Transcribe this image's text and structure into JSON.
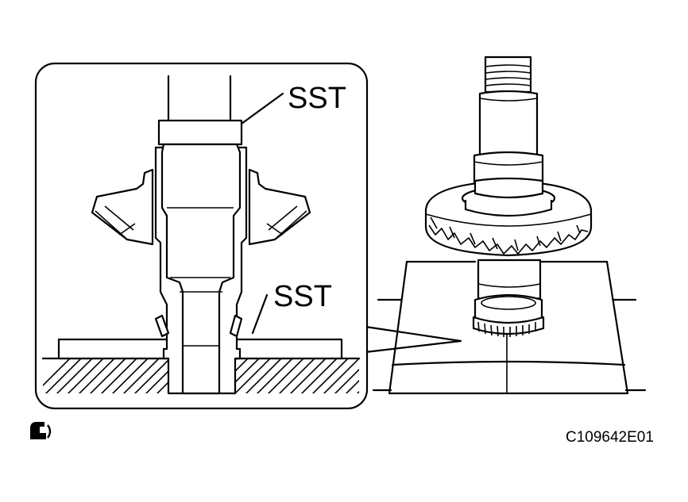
{
  "labels": {
    "sst_top": "SST",
    "sst_bottom": "SST",
    "figure_code": "C109642E01"
  },
  "icons": {
    "corner_icon": "press-tool-icon"
  },
  "colors": {
    "line": "#000000",
    "background": "#ffffff"
  }
}
